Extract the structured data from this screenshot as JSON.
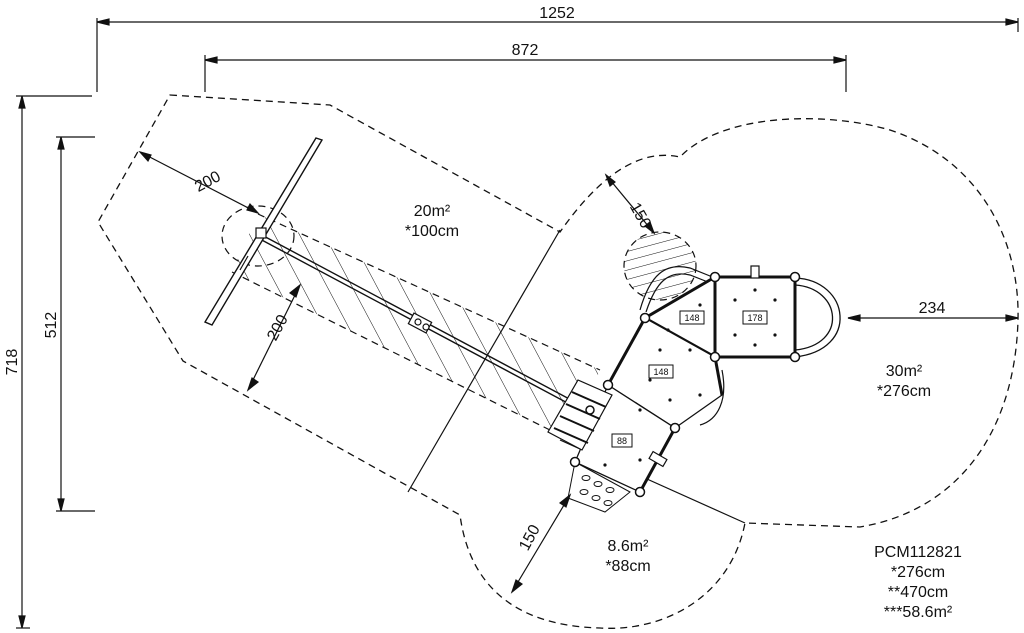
{
  "dimensions": {
    "overall_width": "1252",
    "inner_width": "872",
    "overall_height": "718",
    "inner_height": "512",
    "clearance_left_a": "200",
    "clearance_left_b": "200",
    "clearance_top": "150",
    "clearance_right": "234",
    "clearance_bottom": "150"
  },
  "zones": {
    "left_area": "20m²",
    "left_height": "*100cm",
    "right_area": "30m²",
    "right_height": "*276cm",
    "bottom_area": "8.6m²",
    "bottom_height": "*88cm"
  },
  "platform_tags": {
    "tag_a": "148",
    "tag_b": "178",
    "tag_c": "148",
    "tag_d": "88"
  },
  "product": {
    "code": "PCM112821",
    "fall_height": "*276cm",
    "free_height": "**470cm",
    "total_area": "***58.6m²"
  }
}
